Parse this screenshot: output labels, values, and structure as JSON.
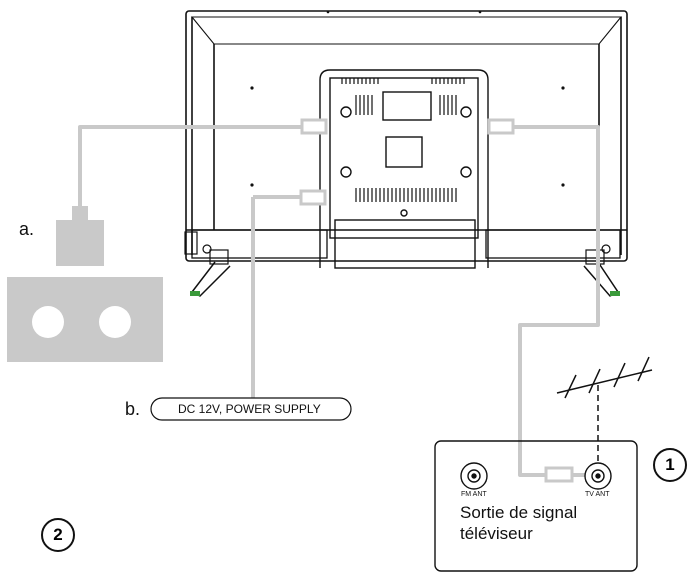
{
  "labels": {
    "a": "a.",
    "b": "b.",
    "power_supply": "DC 12V, POWER SUPPLY",
    "fm_ant": "FM ANT",
    "tv_ant": "TV ANT",
    "signal_line1": "Sortie de signal",
    "signal_line2": "téléviseur",
    "step1": "1",
    "step2": "2"
  },
  "colors": {
    "line": "#111111",
    "cable": "#c9c9c9",
    "accent_green": "#3a9a3a"
  }
}
